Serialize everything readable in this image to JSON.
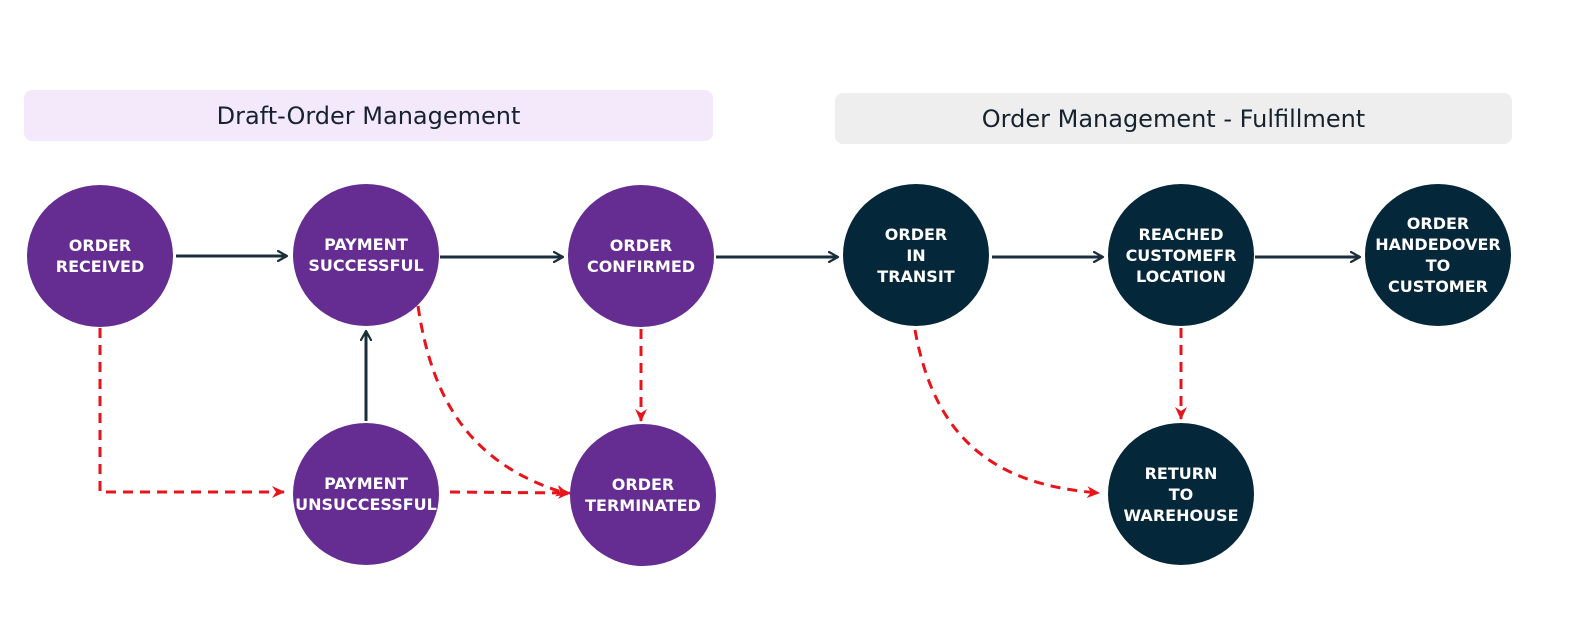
{
  "sections": {
    "draft": "Draft-Order Management",
    "fulfillment": "Order Management - Fulfillment"
  },
  "nodes": {
    "order_received": "ORDER\nRECEIVED",
    "payment_successful": "PAYMENT\nSUCCESSFUL",
    "order_confirmed": "ORDER\nCONFIRMED",
    "order_in_transit": "ORDER\nIN\nTRANSIT",
    "reached_customer_location": "REACHED\nCUSTOMEFR\nLOCATION",
    "order_handedover": "ORDER\nHANDEDOVER\nTO\nCUSTOMER",
    "payment_unsuccessful": "PAYMENT\nUNSUCCESSFUL",
    "order_terminated": "ORDER\nTERMINATED",
    "return_to_warehouse": "RETURN\nTO\nWAREHOUSE"
  },
  "colors": {
    "draft_node": "#652c91",
    "fulfillment_node": "#05273a",
    "success_edge": "#1a2e3b",
    "failure_edge": "#e8141b",
    "draft_header_bg": "#f4e9fb",
    "fulfillment_header_bg": "#eeeeee"
  },
  "edges": [
    {
      "from": "order_received",
      "to": "payment_successful",
      "style": "solid"
    },
    {
      "from": "payment_successful",
      "to": "order_confirmed",
      "style": "solid"
    },
    {
      "from": "order_confirmed",
      "to": "order_in_transit",
      "style": "solid"
    },
    {
      "from": "order_in_transit",
      "to": "reached_customer_location",
      "style": "solid"
    },
    {
      "from": "reached_customer_location",
      "to": "order_handedover",
      "style": "solid"
    },
    {
      "from": "payment_unsuccessful",
      "to": "payment_successful",
      "style": "solid"
    },
    {
      "from": "order_received",
      "to": "payment_unsuccessful",
      "style": "dashed"
    },
    {
      "from": "payment_unsuccessful",
      "to": "order_terminated",
      "style": "dashed"
    },
    {
      "from": "payment_successful",
      "to": "order_terminated",
      "style": "dashed"
    },
    {
      "from": "order_confirmed",
      "to": "order_terminated",
      "style": "dashed"
    },
    {
      "from": "order_in_transit",
      "to": "return_to_warehouse",
      "style": "dashed"
    },
    {
      "from": "reached_customer_location",
      "to": "return_to_warehouse",
      "style": "dashed"
    }
  ]
}
